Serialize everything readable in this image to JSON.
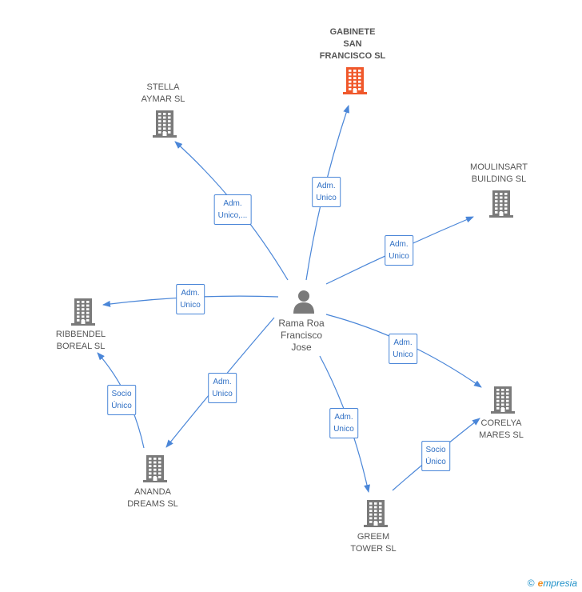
{
  "person": {
    "name_lines": [
      "Rama Roa",
      "Francisco",
      "Jose"
    ]
  },
  "companies": {
    "gabinete": {
      "lines": [
        "GABINETE",
        "SAN",
        "FRANCISCO SL"
      ],
      "highlight": true
    },
    "stella": {
      "lines": [
        "STELLA",
        "AYMAR SL"
      ]
    },
    "moulinsart": {
      "lines": [
        "MOULINSART",
        "BUILDING SL"
      ]
    },
    "ribbendel": {
      "lines": [
        "RIBBENDEL",
        "BOREAL SL"
      ]
    },
    "corelya": {
      "lines": [
        "CORELYA",
        "MARES SL"
      ]
    },
    "ananda": {
      "lines": [
        "ANANDA",
        "DREAMS SL"
      ]
    },
    "greem": {
      "lines": [
        "GREEM",
        "TOWER SL"
      ]
    }
  },
  "relations": {
    "gabinete": [
      "Adm.",
      "Unico"
    ],
    "stella": [
      "Adm.",
      "Unico,..."
    ],
    "moulinsart": [
      "Adm.",
      "Unico"
    ],
    "ribbendel": [
      "Adm.",
      "Unico"
    ],
    "corelya": [
      "Adm.",
      "Unico"
    ],
    "ananda": [
      "Adm.",
      "Unico"
    ],
    "greem": [
      "Adm.",
      "Unico"
    ],
    "ananda_ribbendel": [
      "Socio",
      "Único"
    ],
    "greem_corelya": [
      "Socio",
      "Único"
    ]
  },
  "footer": {
    "copyright": "©",
    "brand_initial": "e",
    "brand_rest": "mpresia"
  },
  "colors": {
    "edge": "#4a86d8",
    "building": "#7a7a7a",
    "highlight": "#f0582b",
    "person": "#7a7a7a"
  }
}
